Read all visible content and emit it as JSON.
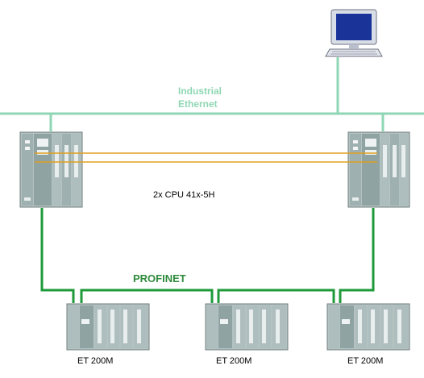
{
  "network": {
    "industrial_ethernet_line1": "Industrial",
    "industrial_ethernet_line2": "Ethernet",
    "profinet_label": "PROFINET"
  },
  "cpu": {
    "label": "2x CPU 41x-5H"
  },
  "io_stations": [
    {
      "label": "ET 200M"
    },
    {
      "label": "ET 200M"
    },
    {
      "label": "ET 200M"
    }
  ],
  "colors": {
    "industrial_ethernet": "#8fd7b4",
    "profinet": "#1f9a3a",
    "sync_cable": "#e0a020"
  }
}
